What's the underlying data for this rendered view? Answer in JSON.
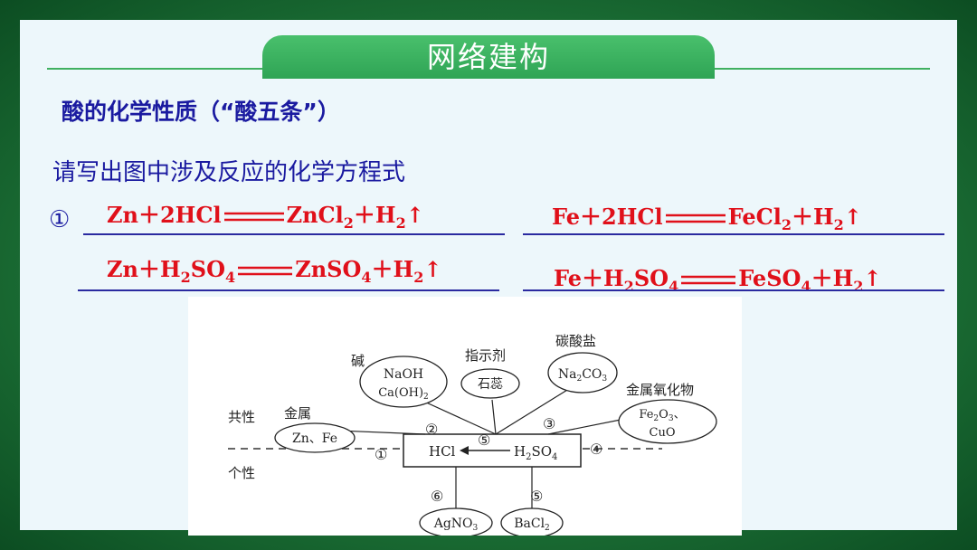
{
  "title": "网络建构",
  "heading": "酸的化学性质（“酸五条”）",
  "prompt": "请写出图中涉及反应的化学方程式",
  "marker": "①",
  "equations": [
    [
      "Zn＋2HCl",
      "ZnCl",
      "2",
      "＋H",
      "2",
      "↑"
    ],
    [
      "Fe＋2HCl",
      "FeCl",
      "2",
      "＋H",
      "2",
      "↑"
    ],
    [
      "Zn＋H",
      "2",
      "SO",
      "4",
      "ZnSO",
      "4",
      "＋H",
      "2",
      "↑"
    ],
    [
      "Fe＋H",
      "2",
      "SO",
      "4",
      "FeSO",
      "4",
      "＋H",
      "2",
      "↑"
    ]
  ],
  "diagram": {
    "common_label": "共性",
    "individual_label": "个性",
    "metal_label": "金属",
    "metal": "Zn、Fe",
    "base_label": "碱",
    "base1": "NaOH",
    "base2": "Ca(OH)",
    "base2_sub": "2",
    "indicator_label": "指示剂",
    "indicator": "石蕊",
    "salt_label": "碳酸盐",
    "salt_a": "Na",
    "salt_a_sub": "2",
    "salt_b": "CO",
    "salt_b_sub": "3",
    "oxide_label": "金属氧化物",
    "oxide1_a": "Fe",
    "oxide1_sub1": "2",
    "oxide1_b": "O",
    "oxide1_sub2": "3",
    "oxide1_c": "、",
    "oxide2": "CuO",
    "center_left": "HCl",
    "center_right_a": "H",
    "center_right_sub1": "2",
    "center_right_b": "SO",
    "center_right_sub2": "4",
    "agno3_a": "AgNO",
    "agno3_sub": "3",
    "bacl2_a": "BaCl",
    "bacl2_sub": "2",
    "n1": "①",
    "n2": "②",
    "n3": "③",
    "n4": "④",
    "n5": "⑤",
    "n6": "⑥",
    "n7": "⑤"
  }
}
